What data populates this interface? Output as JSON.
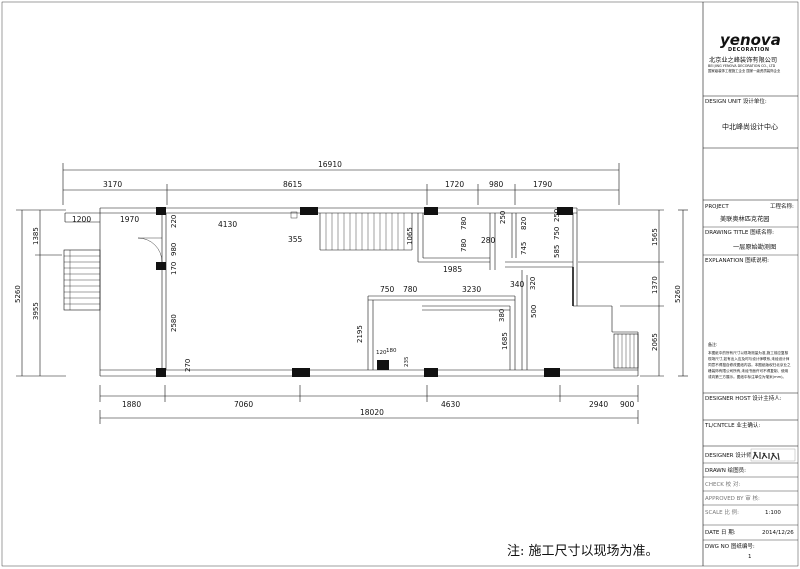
{
  "dims_top_total": "16910",
  "dims_top": [
    "3170",
    "8615",
    "1720",
    "980",
    "1790"
  ],
  "dims_bottom": [
    "1880",
    "7060",
    "4630",
    "2940",
    "900"
  ],
  "dims_bottom_total": "18020",
  "dims_left": [
    "1385",
    "3955"
  ],
  "dims_left_total": "5260",
  "dims_right": [
    "1565",
    "1370",
    "2065"
  ],
  "dims_right_total": "5260",
  "interior_dims": {
    "d1200": "1200",
    "d1970": "1970",
    "d220": "220",
    "d4130": "4130",
    "d355": "355",
    "d980": "980",
    "d170": "170",
    "d2580": "2580",
    "d270": "270",
    "d1065": "1065",
    "d780a": "780",
    "d780b": "780",
    "d1985": "1985",
    "d280": "280",
    "d250a": "250",
    "d820": "820",
    "d745": "745",
    "d750": "750",
    "d250b": "250",
    "d585": "585",
    "d340": "340",
    "d320": "320",
    "d750b": "750",
    "d780c": "780",
    "d3230": "3230",
    "d2195": "2195",
    "d380": "380",
    "d1685": "1685",
    "d500": "500",
    "d120": "120",
    "d180": "180",
    "d235": "235"
  },
  "title_block": {
    "logo": "yenova",
    "logo_sub": "DECORATION",
    "company": "北京业之峰装饰有限公司",
    "company_en": "BEI JING YENOVA DECORATION CO., LTD",
    "company_tag": "国家级装饰工程施工企业 国家一级资质装饰企业",
    "design_unit_label": "DESIGN UNIT   设计单位:",
    "design_unit": "中北峰尚设计中心",
    "project_label": "PROJECT",
    "project_label_cn": "工程名称:",
    "project": "美联奥林匹克花园",
    "drawing_title_label": "DRAWING TITLE  图纸名称:",
    "drawing_title": "一层原始勘测图",
    "explanation_label": "EXPLANATION   图纸说明:",
    "notes_heading": "备注:",
    "notes": [
      "本图纸中的所有尺寸以现场测量为准,施工前应复核",
      "现场尺寸,如有出入应及时与设计师联系,未经设计师",
      "同意不得擅自修改图纸内容。本图纸版权归北京业之",
      "峰装饰有限公司所有,未经书面许可不得复制、使用",
      "或向第三方展示。图纸中标注单位为毫米(mm)。"
    ],
    "designer_host_label": "DESIGNER HOST   设计主持人:",
    "client_label": "TL/CNTCLE          业主确认:",
    "designer_label": "DESIGNER 设计师:",
    "drawn_label": "DRAWN     绘图员:",
    "check_label": "CHECK     校   对:",
    "approved_label": "APPROVED BY  审   核:",
    "scale_label": "SCALE     比   例:",
    "scale": "1:100",
    "date_label": "DATE      日   期:",
    "date": "2014/12/26",
    "dwg_label": "DWG NO       图纸编号:",
    "dwg_no": "1"
  },
  "footer_note": "注: 施工尺寸以现场为准。"
}
